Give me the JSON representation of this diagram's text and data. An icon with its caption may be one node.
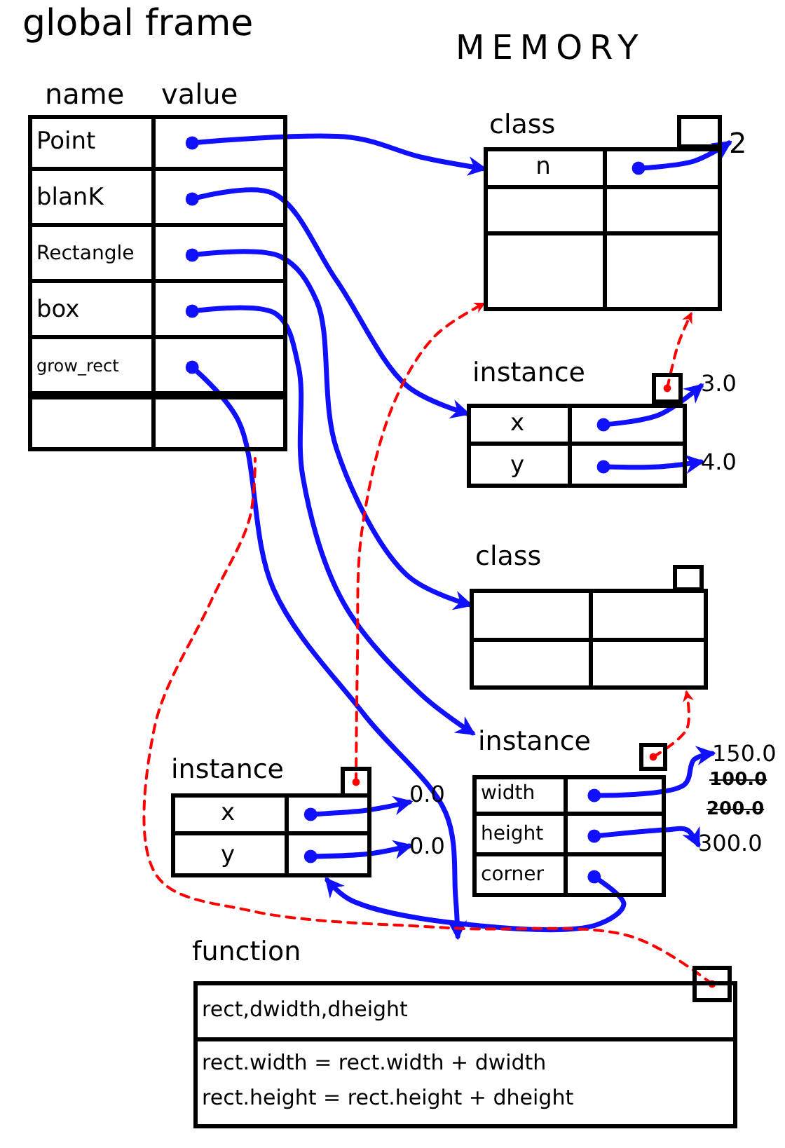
{
  "diagram": {
    "nodes": [
      {
        "text": [
          "global frame"
        ]
      },
      {
        "text": [
          "Point"
        ],
        "in": 0
      },
      {
        "text": [
          "blanK"
        ],
        "in": 0
      },
      {
        "text": [
          "Rectangle"
        ],
        "in": 0
      },
      {
        "text": [
          "box"
        ],
        "in": 0
      },
      {
        "text": [
          "grow_rect"
        ],
        "in": 0
      },
      {
        "text": [
          "class"
        ]
      },
      {
        "text": [],
        "shape": "box"
      },
      {
        "text": [
          "n"
        ],
        "in": 6
      },
      {
        "text": [
          "2"
        ]
      },
      {
        "text": [
          "instance"
        ]
      },
      {
        "text": [],
        "shape": "box"
      },
      {
        "text": [
          "x"
        ],
        "in": 10
      },
      {
        "text": [
          "y"
        ],
        "in": 10
      },
      {
        "text": [
          "3.0"
        ]
      },
      {
        "text": [
          "4.0"
        ]
      },
      {
        "text": [
          "class"
        ]
      },
      {
        "text": [],
        "shape": "box"
      },
      {
        "text": [
          "instance"
        ]
      },
      {
        "text": [],
        "shape": "box"
      },
      {
        "text": [
          "width"
        ],
        "in": 18
      },
      {
        "text": [
          "height"
        ],
        "in": 18
      },
      {
        "text": [
          "corner"
        ],
        "in": 18
      },
      {
        "text": [
          "150.0"
        ]
      },
      {
        "text": [
          "300.0"
        ]
      },
      {
        "text": [
          "instance"
        ]
      },
      {
        "text": [],
        "shape": "box"
      },
      {
        "text": [
          "x"
        ],
        "in": 25
      },
      {
        "text": [
          "y"
        ],
        "in": 25
      },
      {
        "text": [
          "0.0"
        ]
      },
      {
        "text": [
          "0.0"
        ]
      },
      {
        "text": [
          "function"
        ]
      },
      {
        "text": [],
        "shape": "box"
      },
      {
        "text": [
          "rect,dwidth,dheight"
        ],
        "in": 31
      },
      {
        "text": [
          "rect.width = rect.width + dwidth",
          "rect.height = rect.height + dheight"
        ],
        "in": 31
      }
    ],
    "edges": [
      {
        "from": 1,
        "to": 6,
        "arrow": "to"
      },
      {
        "from": 2,
        "to": 10,
        "arrow": "to"
      },
      {
        "from": 3,
        "to": 16,
        "arrow": "to"
      },
      {
        "from": 4,
        "to": 18,
        "arrow": "to"
      },
      {
        "from": 5,
        "to": 31,
        "arrow": "to"
      },
      {
        "from": 8,
        "to": 9,
        "arrow": "to"
      },
      {
        "from": 12,
        "to": 14,
        "arrow": "to"
      },
      {
        "from": 13,
        "to": 15,
        "arrow": "to"
      },
      {
        "from": 20,
        "to": 23,
        "arrow": "to"
      },
      {
        "from": 21,
        "to": 24,
        "arrow": "to"
      },
      {
        "from": 22,
        "to": 25,
        "arrow": "to"
      },
      {
        "from": 27,
        "to": 29,
        "arrow": "to"
      },
      {
        "from": 28,
        "to": 30,
        "arrow": "to"
      },
      {
        "from": 11,
        "to": 6,
        "arrow": "to",
        "style": "dashed",
        "color": "#ff0000"
      },
      {
        "from": 19,
        "to": 16,
        "arrow": "to",
        "style": "dashed",
        "color": "#ff0000"
      },
      {
        "from": 26,
        "to": 6,
        "arrow": "to",
        "style": "dashed",
        "color": "#ff0000"
      },
      {
        "from": 32,
        "to": 0,
        "arrow": "other",
        "style": "dashed",
        "color": "#ff0000"
      }
    ],
    "labels": [
      "MEMORY",
      "name",
      "value",
      "100.0",
      "200.0"
    ]
  }
}
